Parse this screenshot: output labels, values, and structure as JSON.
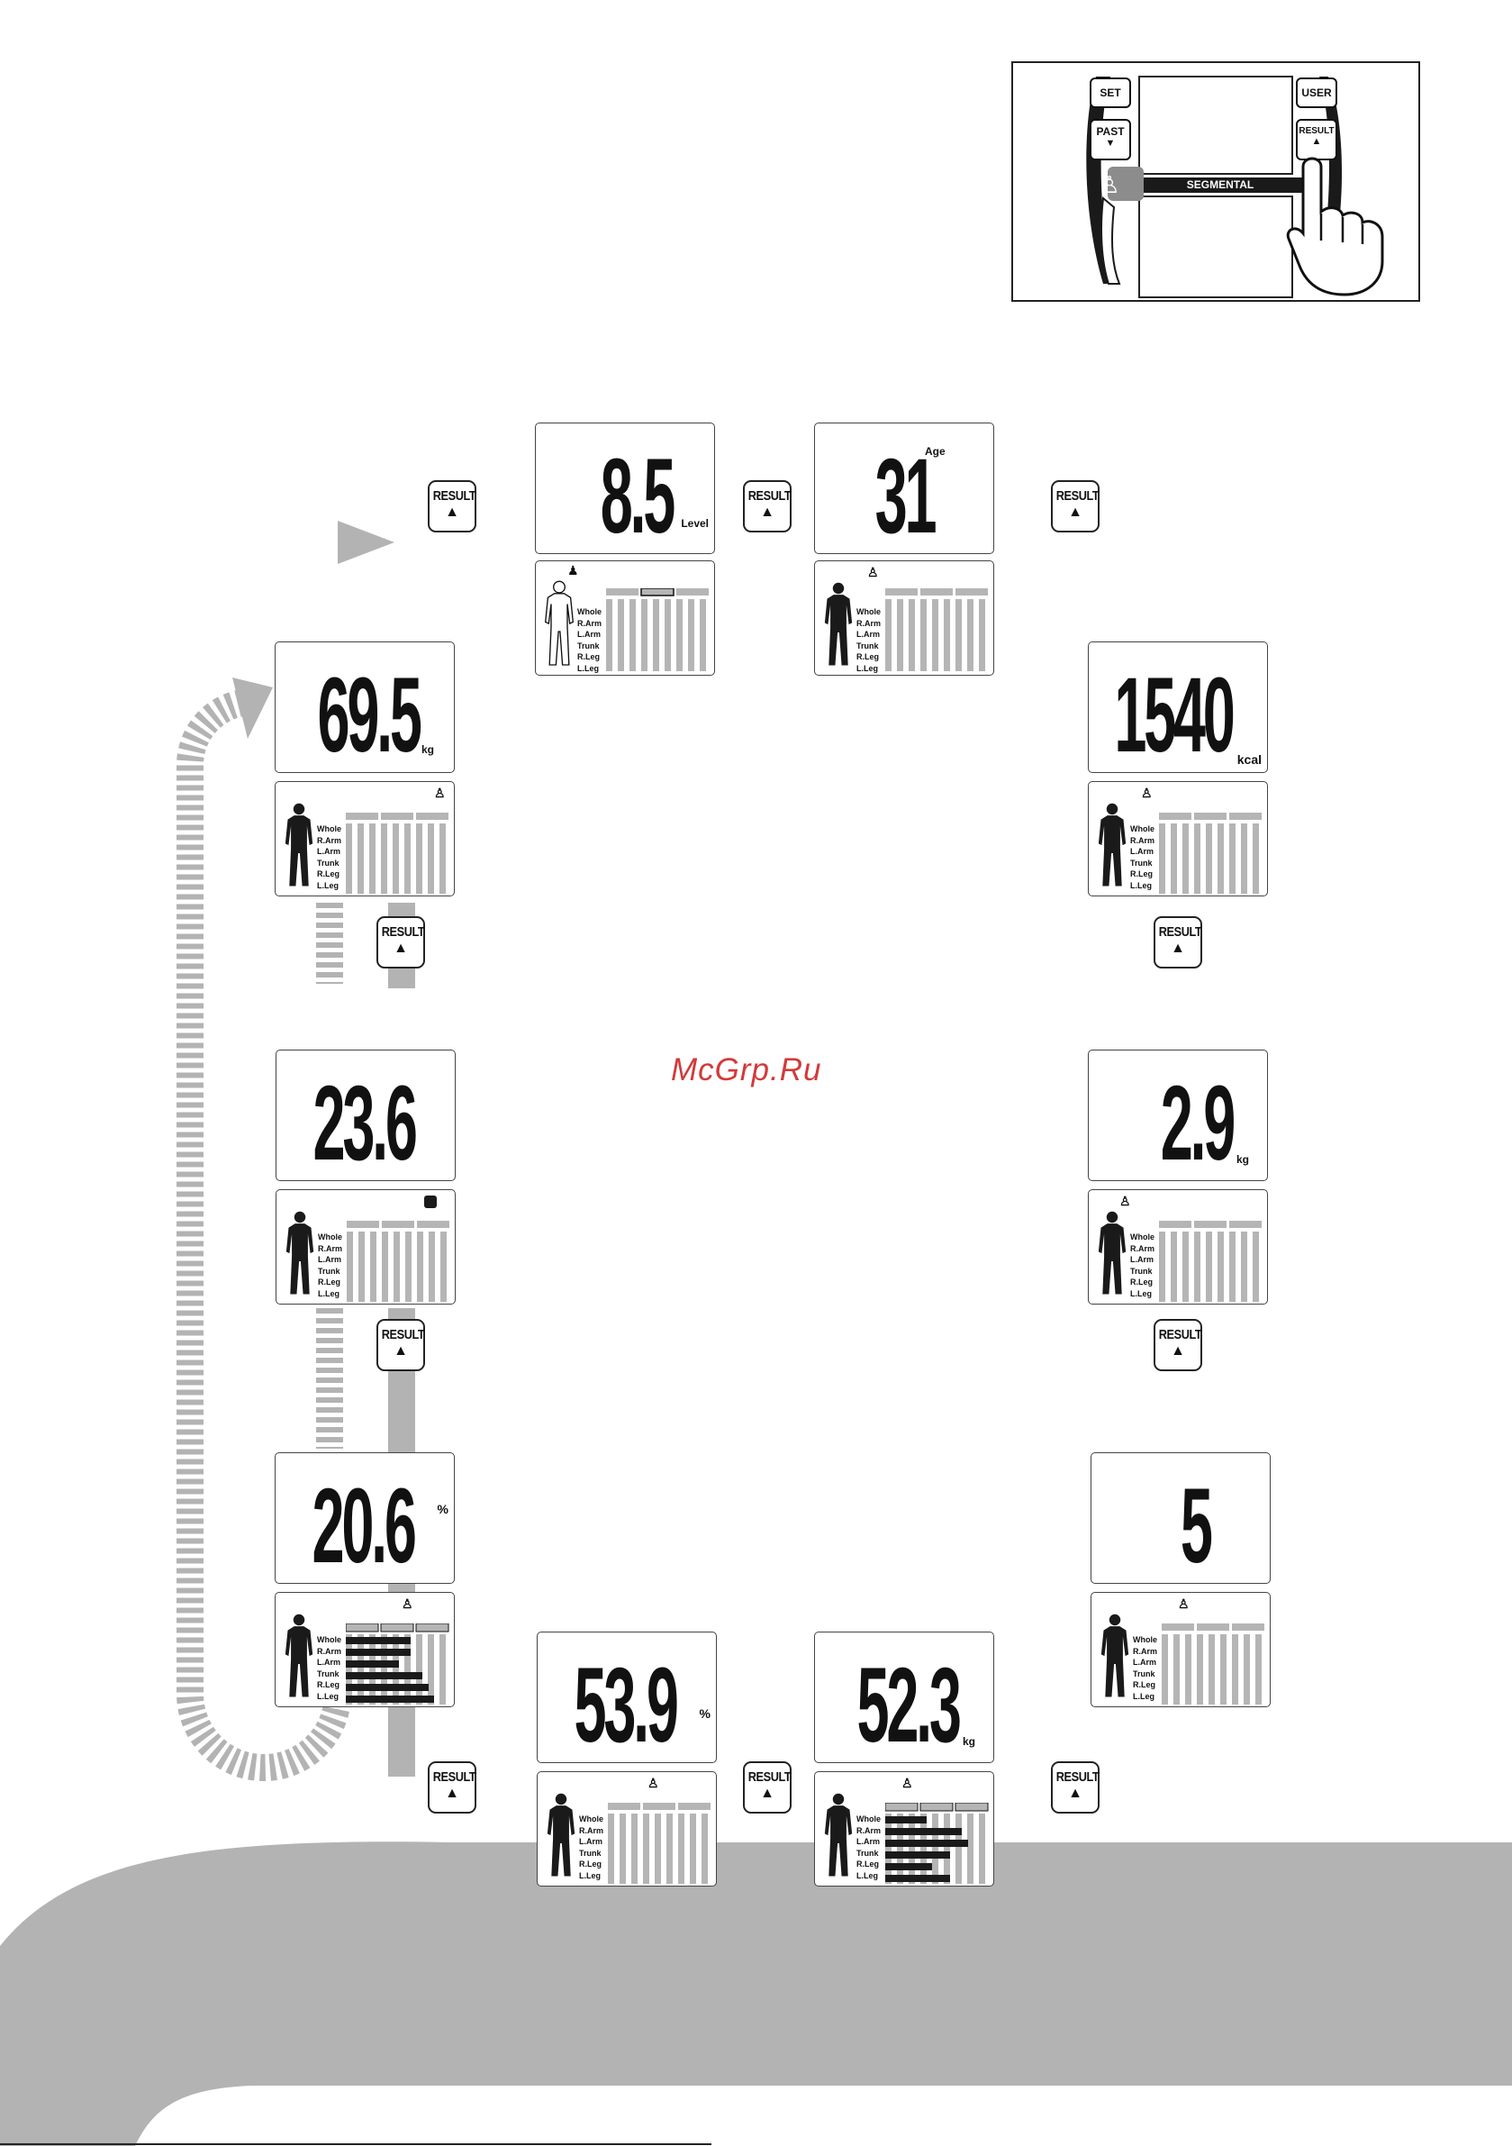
{
  "watermark": "McGrp.Ru",
  "button_label": "RESULT",
  "button_arrow": "▲",
  "segment_labels": [
    "Whole",
    "R.Arm",
    "L.Arm",
    "Trunk",
    "R.Leg",
    "L.Leg"
  ],
  "control_panel": {
    "set": "SET",
    "past": "PAST",
    "past_arrow": "▼",
    "user": "USER",
    "result": "RESULT",
    "result_arrow": "▲",
    "segmental": "SEGMENTAL"
  },
  "displays": [
    {
      "id": "visceral",
      "value": "8.5",
      "unit": "Level"
    },
    {
      "id": "age",
      "value": "31",
      "unit": "Age"
    },
    {
      "id": "weight",
      "value": "69.5",
      "unit": "kg"
    },
    {
      "id": "bmr",
      "value": "1540",
      "unit": "kcal"
    },
    {
      "id": "bmi",
      "value": "23.6",
      "unit": ""
    },
    {
      "id": "bone",
      "value": "2.9",
      "unit": "kg"
    },
    {
      "id": "fat",
      "value": "20.6",
      "unit": "%"
    },
    {
      "id": "physique",
      "value": "5",
      "unit": ""
    },
    {
      "id": "water",
      "value": "53.9",
      "unit": "%"
    },
    {
      "id": "muscle",
      "value": "52.3",
      "unit": "kg"
    }
  ],
  "colors": {
    "gray": "#b5b5b5",
    "dark": "#1a1a1a",
    "watermark": "#d23a3a"
  }
}
